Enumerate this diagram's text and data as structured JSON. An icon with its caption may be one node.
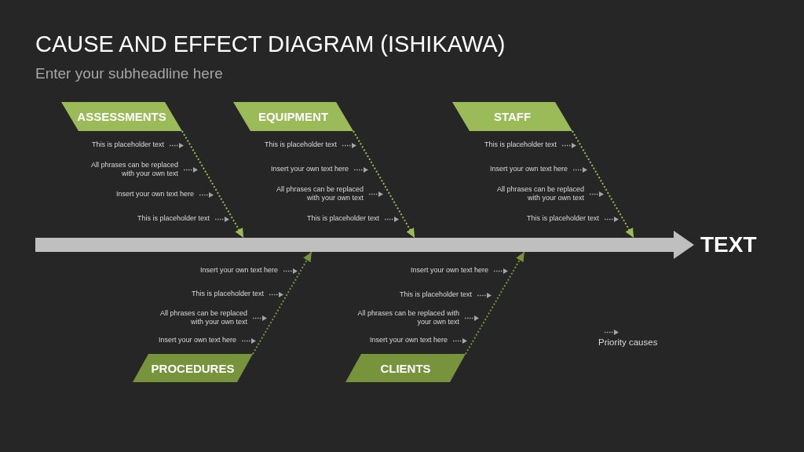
{
  "diagram": {
    "title": "CAUSE AND EFFECT DIAGRAM (ISHIKAWA)",
    "nodes": [
      {
        "text": [
          "ASSESSMENTS"
        ]
      },
      {
        "text": [
          "EQUIPMENT"
        ]
      },
      {
        "text": [
          "STAFF"
        ]
      },
      {
        "text": [],
        "shape": "bar"
      },
      {
        "text": [
          "TEXT"
        ]
      },
      {
        "text": [
          "PROCEDURES"
        ]
      },
      {
        "text": [
          "CLIENTS"
        ]
      }
    ],
    "edges": [
      {
        "from": 0,
        "to": 3,
        "arrow": "to",
        "style": "dashed",
        "color": "#9bbb59"
      },
      {
        "from": 1,
        "to": 3,
        "arrow": "to",
        "style": "dashed",
        "color": "#9bbb59"
      },
      {
        "from": 2,
        "to": 3,
        "arrow": "to",
        "style": "dashed",
        "color": "#9bbb59"
      },
      {
        "from": 5,
        "to": 3,
        "arrow": "to",
        "style": "dashed",
        "color": "#77933c"
      },
      {
        "from": 6,
        "to": 3,
        "arrow": "to",
        "style": "dashed",
        "color": "#77933c"
      },
      {
        "from": 3,
        "to": 4,
        "arrow": "to",
        "style": "thick",
        "color": "#bfbfbf"
      }
    ],
    "labels": [
      "Enter your subheadline here",
      "This is placeholder text",
      "This is placeholder text",
      "This is placeholder text",
      "All phrases can be replaced with your own text",
      "Insert your own text here",
      "Insert your own text here",
      "Insert your own text here",
      "All phrases can be replaced with your own text",
      "All phrases can be replaced with your own text",
      "This is placeholder text",
      "This is placeholder text",
      "This is placeholder text",
      "Insert your own text here",
      "Insert your own text here",
      "This is placeholder text",
      "This is placeholder text",
      "All phrases can be replaced with your own text",
      "All phrases can be replaced with your own text",
      "Insert your own text here",
      "Insert your own text here"
    ],
    "legend": [
      {
        "text": "Priority causes"
      }
    ]
  }
}
